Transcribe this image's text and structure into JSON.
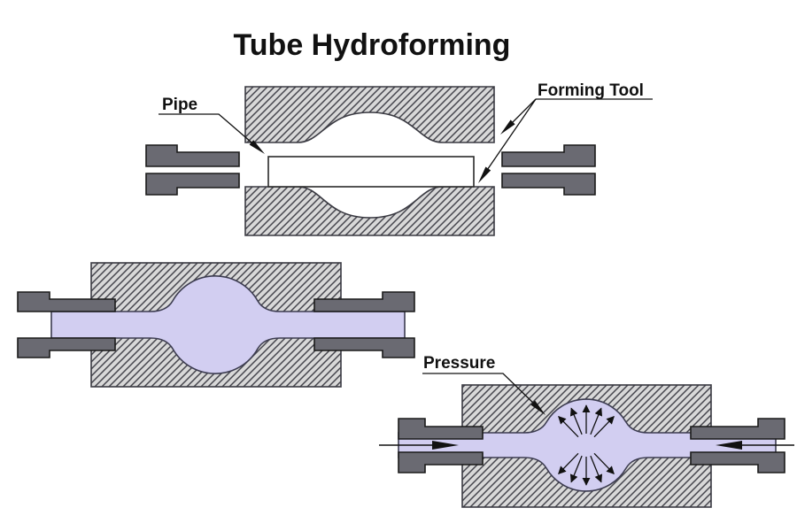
{
  "title": "Tube Hydroforming",
  "labels": {
    "pipe": "Pipe",
    "forming_tool": "Forming Tool",
    "pressure": "Pressure"
  },
  "colors": {
    "background": "#ffffff",
    "die_fill": "#d8d8d8",
    "hatch_line": "#45454d",
    "punch_fill": "#6a6a72",
    "tube_fill": "#d2cef1",
    "pipe_fill": "#ffffff",
    "text_color": "#111111"
  }
}
